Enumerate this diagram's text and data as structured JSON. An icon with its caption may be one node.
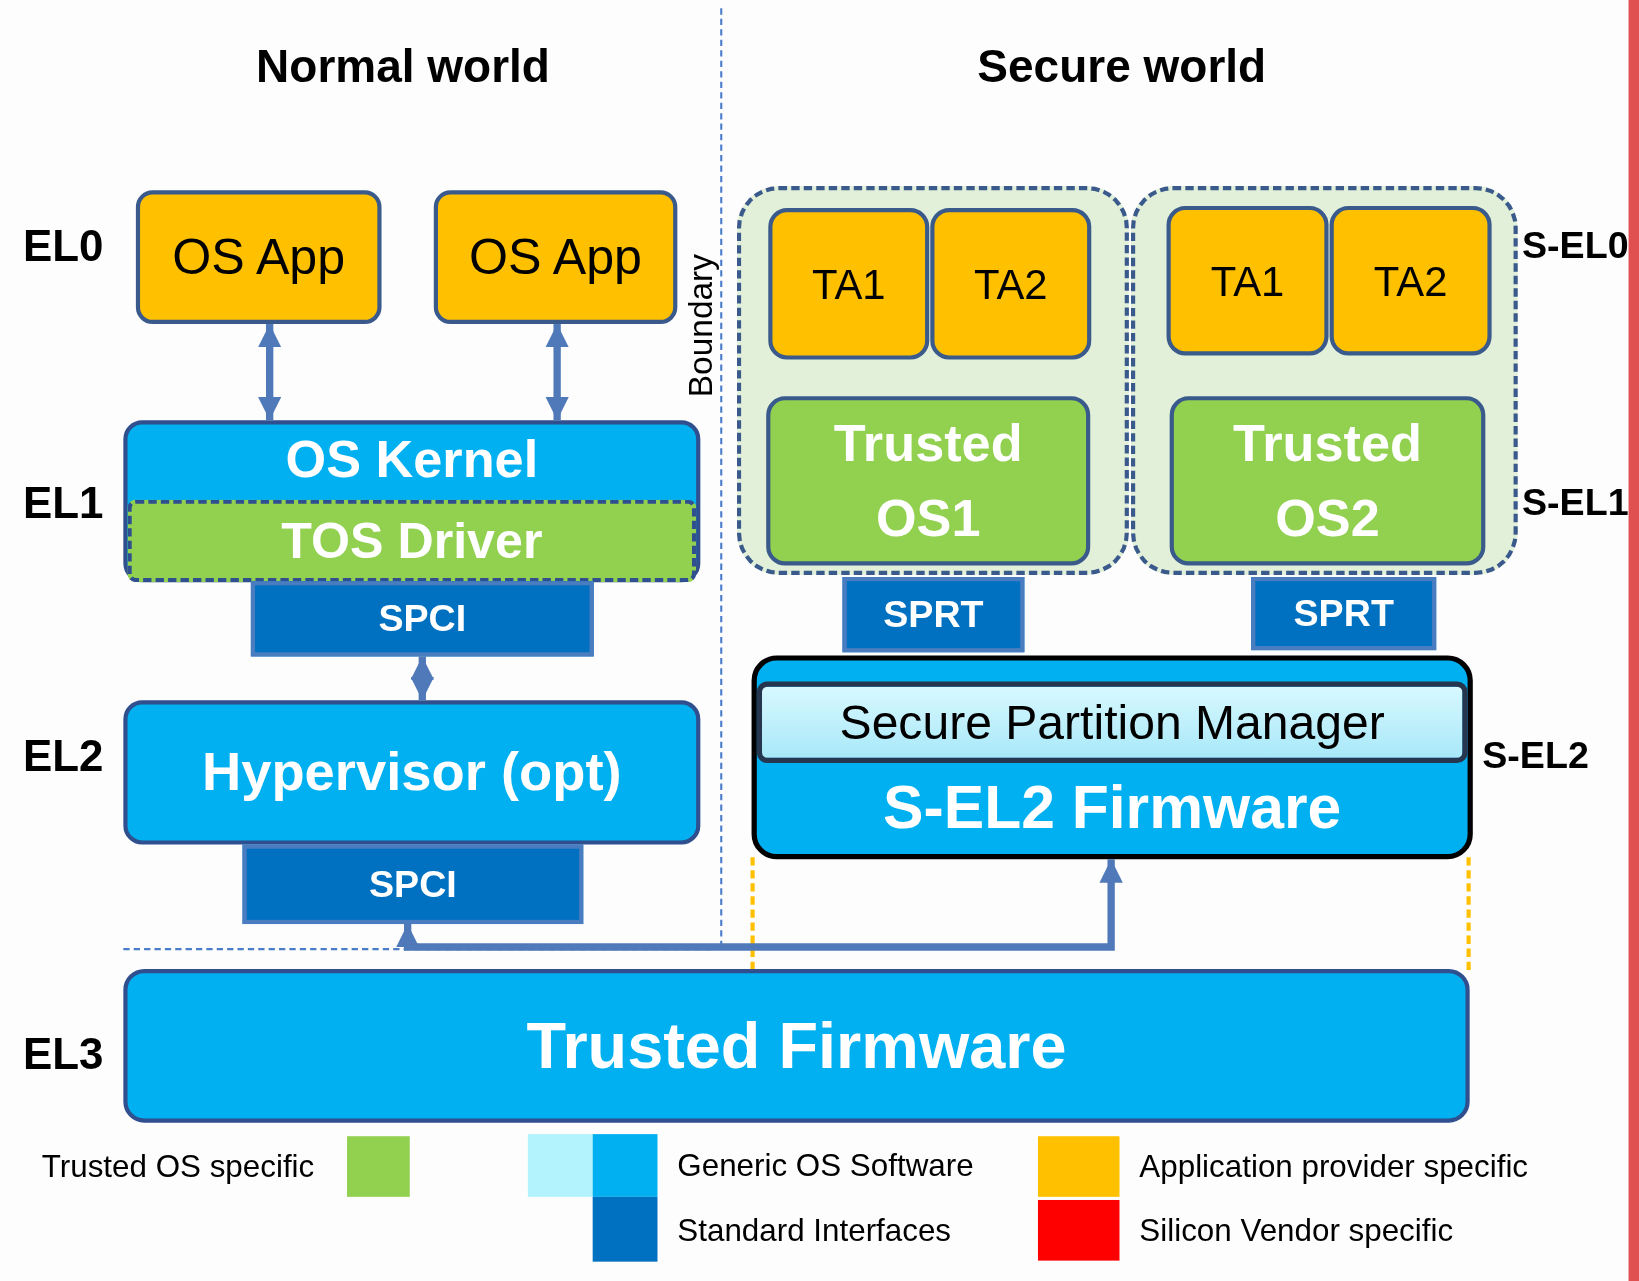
{
  "diagram": {
    "nodes": [
      {
        "text": [
          "OS App"
        ]
      },
      {
        "text": [
          "OS App"
        ]
      },
      {
        "text": [
          "OS Kernel"
        ]
      },
      {
        "text": [
          "TOS Driver"
        ],
        "in": 2
      },
      {
        "text": [
          "SPCI"
        ]
      },
      {
        "text": [
          "Hypervisor (opt)"
        ]
      },
      {
        "text": [
          "SPCI"
        ]
      },
      {
        "text": [],
        "shape": "box"
      },
      {
        "text": [
          "TA1"
        ],
        "in": 7
      },
      {
        "text": [
          "TA2"
        ],
        "in": 7
      },
      {
        "text": [
          "Trusted OS1"
        ],
        "in": 7
      },
      {
        "text": [],
        "shape": "box"
      },
      {
        "text": [
          "TA1"
        ],
        "in": 11
      },
      {
        "text": [
          "TA2"
        ],
        "in": 11
      },
      {
        "text": [
          "Trusted OS2"
        ],
        "in": 11
      },
      {
        "text": [
          "SPRT"
        ]
      },
      {
        "text": [
          "SPRT"
        ]
      },
      {
        "text": [
          "S-EL2 Firmware"
        ]
      },
      {
        "text": [
          "Secure Partition Manager"
        ],
        "in": 17
      },
      {
        "text": [
          "Trusted Firmware"
        ]
      }
    ],
    "edges": [
      {
        "from": 0,
        "to": 2,
        "arrow": "both"
      },
      {
        "from": 1,
        "to": 2,
        "arrow": "both"
      },
      {
        "from": 4,
        "to": 5,
        "arrow": "both"
      },
      {
        "from": 6,
        "to": 17,
        "arrow": "both"
      }
    ],
    "labels": [
      "Normal world",
      "Boundary",
      "Secure world",
      "EL0",
      "S-EL0",
      "EL1",
      "S-EL1",
      "EL2",
      "S-EL2",
      "EL3"
    ],
    "legend": [
      {
        "text": "Trusted OS specific",
        "color": "#92d050"
      },
      {
        "text": "Generic OS Software",
        "color": "#00b0f0"
      },
      {
        "text": "Standard Interfaces",
        "color": "#0070c0"
      },
      {
        "text": "Application provider specific",
        "color": "#ffc000"
      },
      {
        "text": "Silicon Vendor specific",
        "color": "#ff0000"
      }
    ]
  }
}
